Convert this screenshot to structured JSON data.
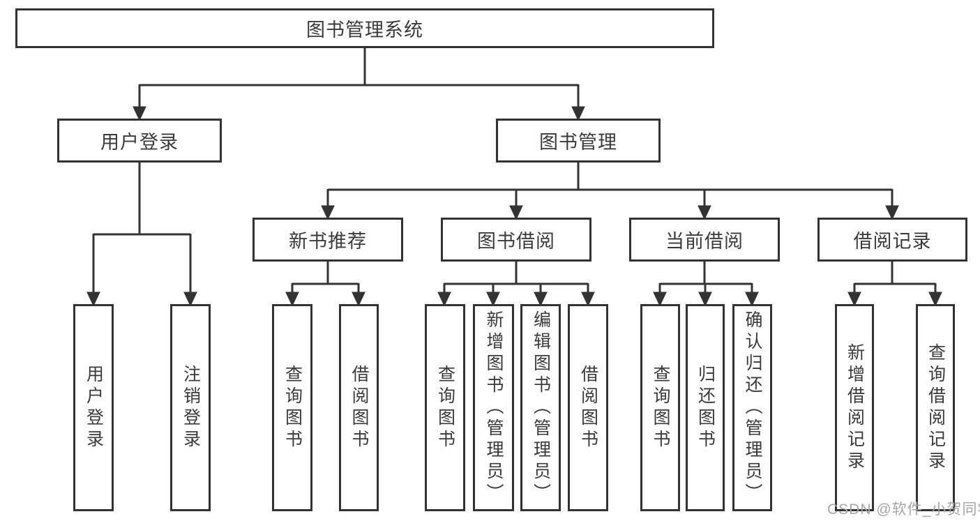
{
  "nodes": {
    "root": "图书管理系统",
    "user_login": "用户登录",
    "book_mgmt": "图书管理",
    "new_book_rec": "新书推荐",
    "book_borrowing": "图书借阅",
    "current_borrowing": "当前借阅",
    "borrowing_records": "借阅记录",
    "leaf_user_login": "用户登录",
    "leaf_logout": "注销登录",
    "leaf_nbr_query": "查询图书",
    "leaf_nbr_borrow": "借阅图书",
    "leaf_bb_query": "查询图书",
    "leaf_bb_add": "新增图书（管理员）",
    "leaf_bb_edit": "编辑图书（管理员）",
    "leaf_bb_borrow": "借阅图书",
    "leaf_cb_query": "查询图书",
    "leaf_cb_return": "归还图书",
    "leaf_cb_confirm": "确认归还（管理员）",
    "leaf_br_add": "新增借阅记录",
    "leaf_br_query": "查询借阅记录"
  },
  "watermark": "CSDN @软件_小贺同学",
  "colors": {
    "line": "#333333",
    "text": "#3a3a3a",
    "watermark": "#a6a6a6",
    "background": "#ffffff"
  }
}
